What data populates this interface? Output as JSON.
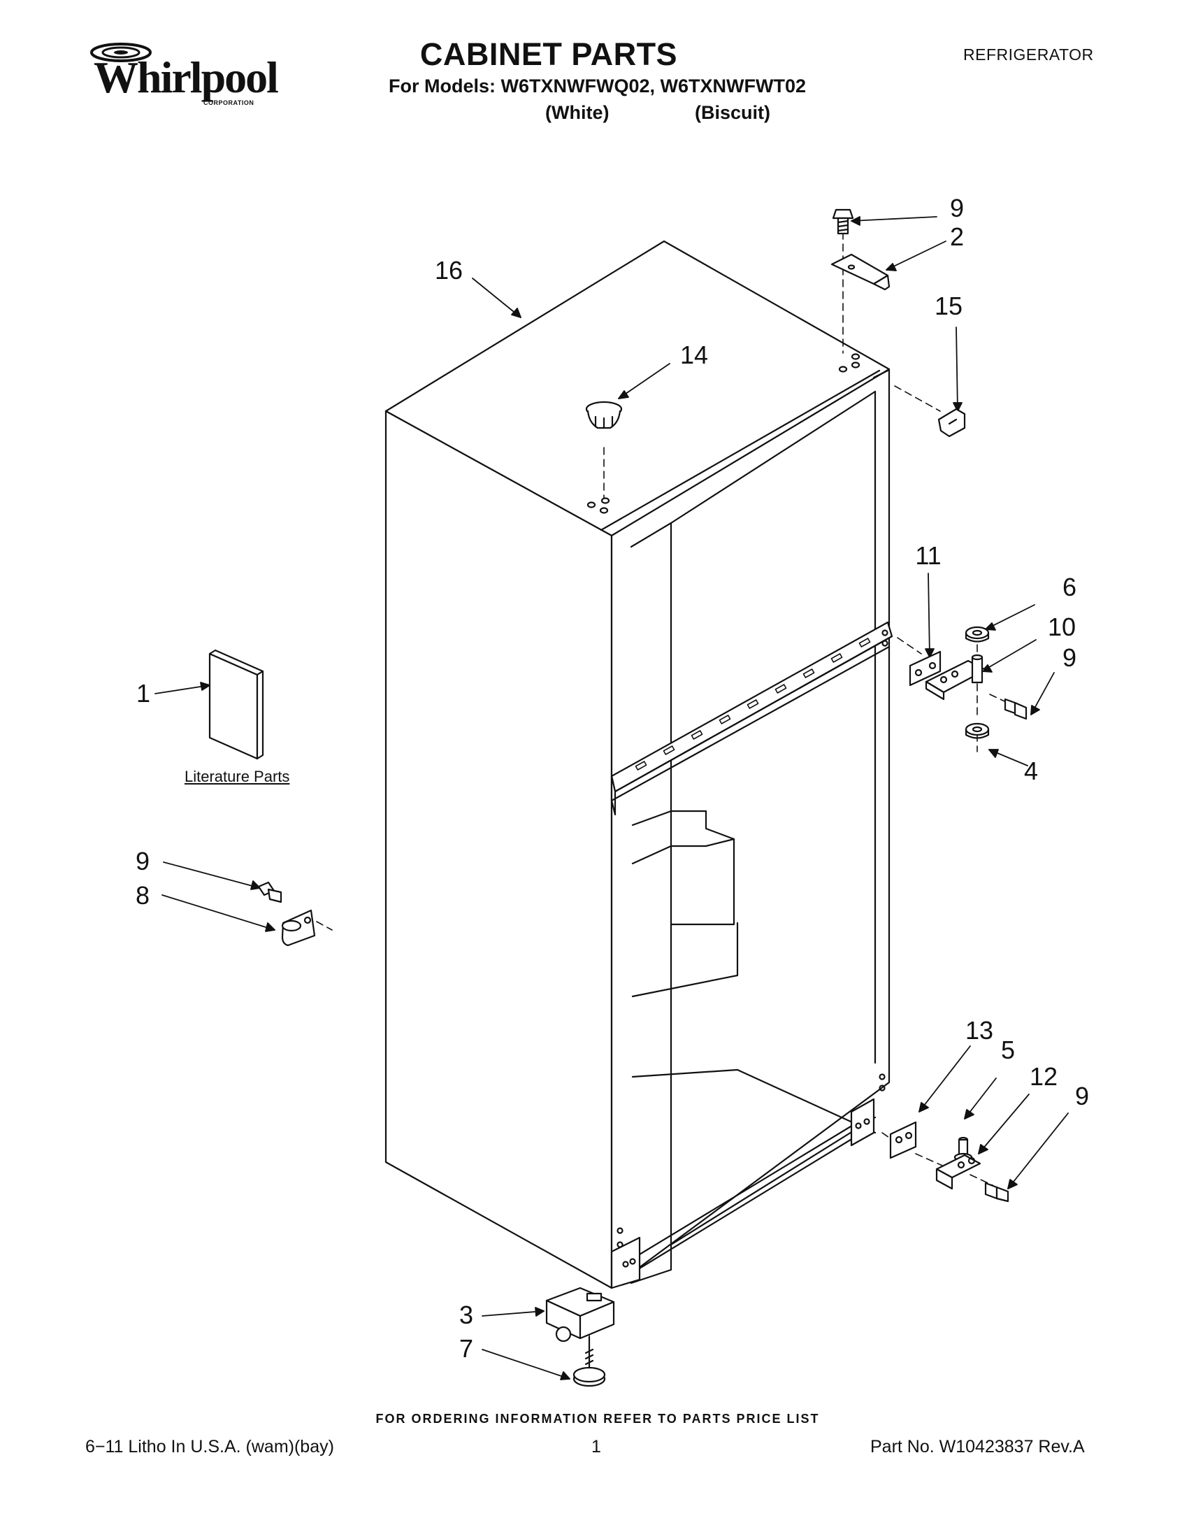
{
  "header": {
    "brand": "Whirlpool",
    "brand_sub": "CORPORATION",
    "title": "CABINET PARTS",
    "models_line": "For Models: W6TXNWFWQ02, W6TXNWFWT02",
    "variant_1": "(White)",
    "variant_2": "(Biscuit)",
    "category": "REFRIGERATOR"
  },
  "diagram": {
    "callouts": [
      "16",
      "14",
      "9",
      "2",
      "15",
      "11",
      "6",
      "10",
      "9",
      "4",
      "1",
      "9",
      "8",
      "13",
      "5",
      "12",
      "9",
      "3",
      "7"
    ],
    "literature_label": "Literature Parts"
  },
  "footer": {
    "ordering_note": "FOR ORDERING INFORMATION REFER TO PARTS PRICE LIST",
    "litho": "6−11 Litho In U.S.A. (wam)(bay)",
    "page_number": "1",
    "part_number": "Part No. W10423837 Rev.A"
  }
}
